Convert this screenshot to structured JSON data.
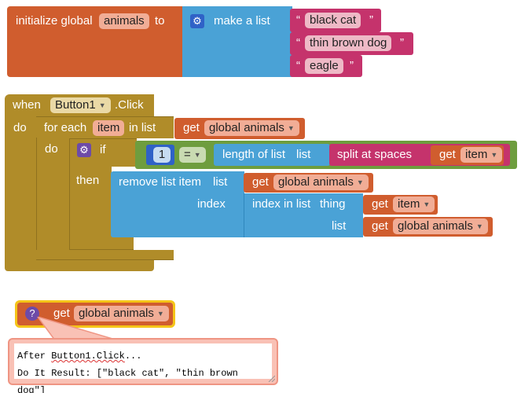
{
  "init": {
    "prefix": "initialize global",
    "name": "animals",
    "to": "to"
  },
  "make_list": {
    "label": "make a list",
    "items": [
      "black cat",
      "thin brown dog",
      "eagle"
    ],
    "quote_open": "“",
    "quote_close": "”"
  },
  "event": {
    "when": "when",
    "component": "Button1",
    "click": ".Click",
    "do": "do"
  },
  "foreach": {
    "label": "for each",
    "var": "item",
    "in_list": "in list",
    "do": "do"
  },
  "getters": {
    "get": "get",
    "global_animals": "global animals",
    "item": "item"
  },
  "if_block": {
    "if": "if",
    "then": "then"
  },
  "compare": {
    "number": "1",
    "op": "="
  },
  "length": {
    "label": "length of list",
    "list": "list"
  },
  "split": {
    "label": "split at spaces"
  },
  "remove": {
    "label": "remove list item",
    "list": "list",
    "index": "index"
  },
  "index_in_list": {
    "label": "index in list",
    "thing": "thing",
    "list": "list"
  },
  "comment": {
    "line1_prefix": "After ",
    "line1_code": "Button1.Click",
    "line1_suffix": "...",
    "line2_prefix": "Do It Result: ",
    "line2_value": "[\"black cat\", \"thin brown dog\"]"
  },
  "comment_icon": "?",
  "icons": {
    "gear": "gear-icon",
    "help": "question-icon",
    "dropdown": "dropdown-arrow-icon"
  },
  "colors": {
    "variables": "#d05d2e",
    "lists": "#4aa2d6",
    "text": "#c5336c",
    "control": "#b08c29",
    "math": "#2f62c7",
    "logic": "#6e9d3e"
  }
}
